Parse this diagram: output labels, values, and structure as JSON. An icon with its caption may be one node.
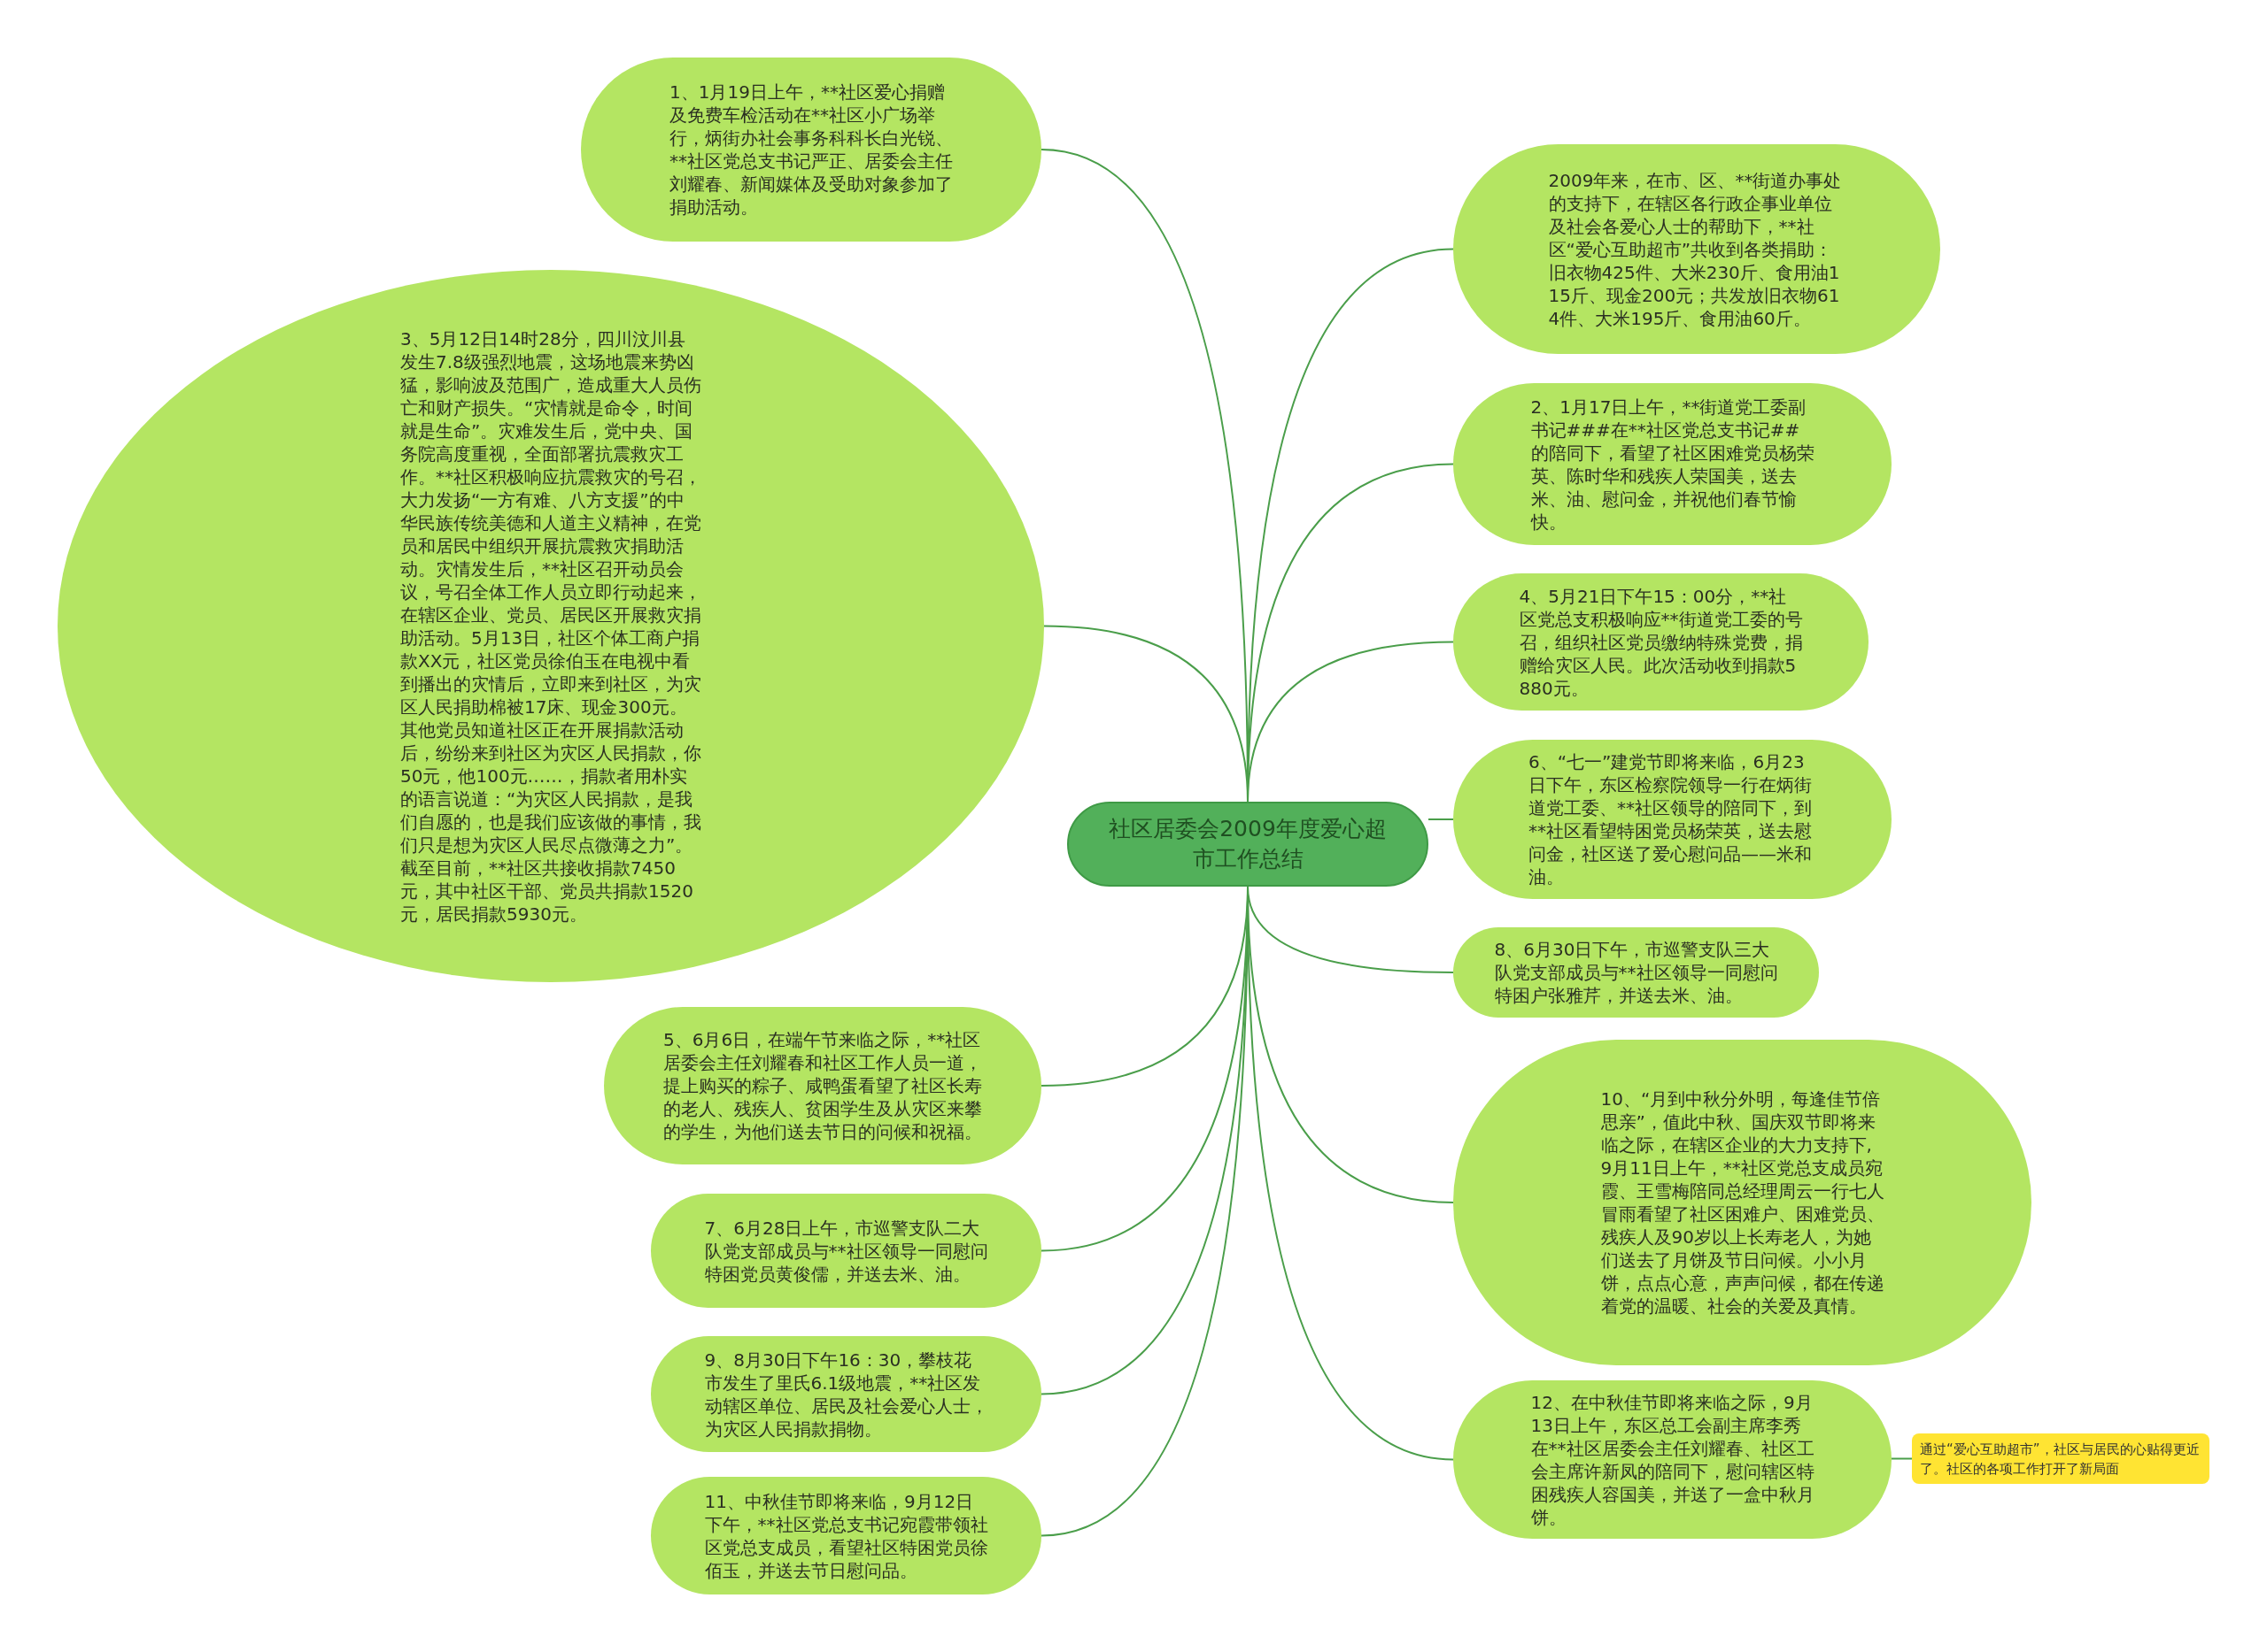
{
  "diagram": {
    "nodes": [
      {
        "text": [
          "社区居委会2009年度爱心超市工作总结"
        ]
      },
      {
        "text": [
          "1、1月19日上午，**社区爱心捐赠及免费车检活动在**社区小广场举行，炳街办社会事务科科长白光锐、**社区党总支书记严正、居委会主任刘耀春、新闻媒体及受助对象参加了捐助活动。"
        ]
      },
      {
        "text": [
          "3、5月12日14时28分，四川汶川县发生7.8级强烈地震，这场地震来势凶猛，影响波及范围广，造成重大人员伤亡和财产损失。“灾情就是命令，时间就是生命”。灾难发生后，党中央、国务院高度重视，全面部署抗震救灾工作。**社区积极响应抗震救灾的号召，大力发扬“一方有难、八方支援”的中华民族传统美德和人道主义精神，在党员和居民中组织开展抗震救灾捐助活动。灾情发生后，**社区召开动员会议，号召全体工作人员立即行动起来，在辖区企业、党员、居民区开展救灾捐助活动。5月13日，社区个体工商户捐款XX元，社区党员徐伯玉在电视中看到播出的灾情后，立即来到社区，为灾区人民捐助棉被17床、现金300元。其他党员知道社区正在开展捐款活动后，纷纷来到社区为灾区人民捐款，你50元，他100元……，捐款者用朴实的语言说道：“为灾区人民捐款，是我们自愿的，也是我们应该做的事情，我们只是想为灾区人民尽点微薄之力”。截至目前，**社区共接收捐款7450元，其中社区干部、党员共捐款1520元，居民捐款5930元。"
        ]
      },
      {
        "text": [
          "5、6月6日，在端午节来临之际，**社区居委会主任刘耀春和社区工作人员一道，提上购买的粽子、咸鸭蛋看望了社区长寿的老人、残疾人、贫困学生及从灾区来攀的学生，为他们送去节日的问候和祝福。"
        ]
      },
      {
        "text": [
          "7、6月28日上午，市巡警支队二大队党支部成员与**社区领导一同慰问特困党员黄俊儒，并送去米、油。"
        ]
      },
      {
        "text": [
          "9、8月30日下午16：30，攀枝花市发生了里氏6.1级地震，**社区发动辖区单位、居民及社会爱心人士，为灾区人民捐款捐物。"
        ]
      },
      {
        "text": [
          "11、中秋佳节即将来临，9月12日下午，**社区党总支书记宛霞带领社区党总支成员，看望社区特困党员徐佰玉，并送去节日慰问品。"
        ]
      },
      {
        "text": [
          "2009年来，在市、区、**街道办事处的支持下，在辖区各行政企事业单位及社会各爱心人士的帮助下，**社区“爱心互助超市”共收到各类捐助：旧衣物425件、大米230斤、食用油115斤、现金200元；共发放旧衣物614件、大米195斤、食用油60斤。"
        ]
      },
      {
        "text": [
          "2、1月17日上午，**街道党工委副书记###在**社区党总支书记##的陪同下，看望了社区困难党员杨荣英、陈时华和残疾人荣国美，送去米、油、慰问金，并祝他们春节愉快。"
        ]
      },
      {
        "text": [
          "4、5月21日下午15：00分，**社区党总支积极响应**街道党工委的号召，组织社区党员缴纳特殊党费，捐赠给灾区人民。此次活动收到捐款5880元。"
        ]
      },
      {
        "text": [
          "6、“七一”建党节即将来临，6月23日下午，东区检察院领导一行在炳街道党工委、**社区领导的陪同下，到**社区看望特困党员杨荣英，送去慰问金，社区送了爱心慰问品——米和油。"
        ]
      },
      {
        "text": [
          "8、6月30日下午，市巡警支队三大队党支部成员与**社区领导一同慰问特困户张雅芹，并送去米、油。"
        ]
      },
      {
        "text": [
          "10、“月到中秋分外明，每逢佳节倍思亲”，值此中秋、国庆双节即将来临之际，在辖区企业的大力支持下, 9月11日上午，**社区党总支成员宛霞、王雪梅陪同总经理周云一行七人冒雨看望了社区困难户、困难党员、残疾人及90岁以上长寿老人，为她们送去了月饼及节日问候。小小月饼，点点心意，声声问候，都在传递着党的温暖、社会的关爱及真情。"
        ]
      },
      {
        "text": [
          "12、在中秋佳节即将来临之际，9月13日上午，东区总工会副主席李秀在**社区居委会主任刘耀春、社区工会主席许新凤的陪同下，慰问辖区特困残疾人容国美，并送了一盒中秋月饼。"
        ]
      },
      {
        "text": [
          "通过“爱心互助超市”，社区与居民的心贴得更近了。社区的各项工作打开了新局面"
        ]
      }
    ],
    "edges": [
      {
        "from": 0,
        "to": 1,
        "arrow": "none"
      },
      {
        "from": 0,
        "to": 2,
        "arrow": "none"
      },
      {
        "from": 0,
        "to": 3,
        "arrow": "none"
      },
      {
        "from": 0,
        "to": 4,
        "arrow": "none"
      },
      {
        "from": 0,
        "to": 5,
        "arrow": "none"
      },
      {
        "from": 0,
        "to": 6,
        "arrow": "none"
      },
      {
        "from": 0,
        "to": 7,
        "arrow": "none"
      },
      {
        "from": 0,
        "to": 8,
        "arrow": "none"
      },
      {
        "from": 0,
        "to": 9,
        "arrow": "none"
      },
      {
        "from": 0,
        "to": 10,
        "arrow": "none"
      },
      {
        "from": 0,
        "to": 11,
        "arrow": "none"
      },
      {
        "from": 0,
        "to": 12,
        "arrow": "none"
      },
      {
        "from": 0,
        "to": 13,
        "arrow": "none"
      },
      {
        "from": 13,
        "to": 14,
        "arrow": "none"
      }
    ]
  }
}
